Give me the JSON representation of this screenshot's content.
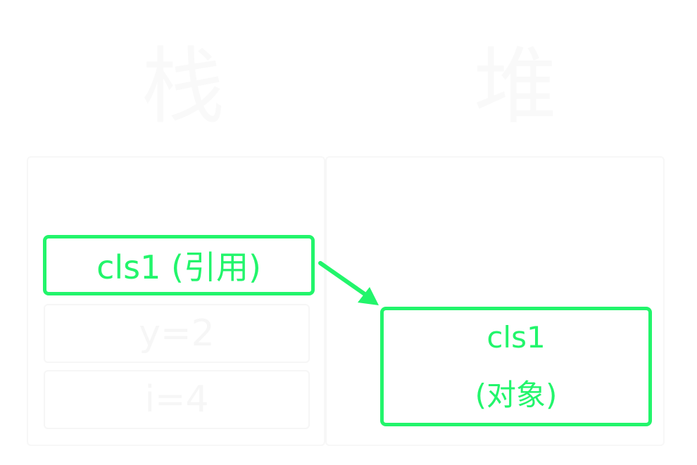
{
  "diagram": {
    "stack": {
      "title": "栈",
      "items": [
        {
          "label": "cls1 (引用)",
          "highlighted": true
        },
        {
          "label": "y=2",
          "highlighted": false
        },
        {
          "label": "i=4",
          "highlighted": false
        }
      ]
    },
    "heap": {
      "title": "堆",
      "object": {
        "line1": "cls1",
        "line2": "(对象)",
        "highlighted": true
      }
    },
    "arrow": {
      "from": "cls1 (引用)",
      "to": "cls1 (对象)"
    },
    "colors": {
      "highlight": "#22f56b",
      "faded": "#f6f6f6",
      "background": "#ffffff"
    }
  }
}
